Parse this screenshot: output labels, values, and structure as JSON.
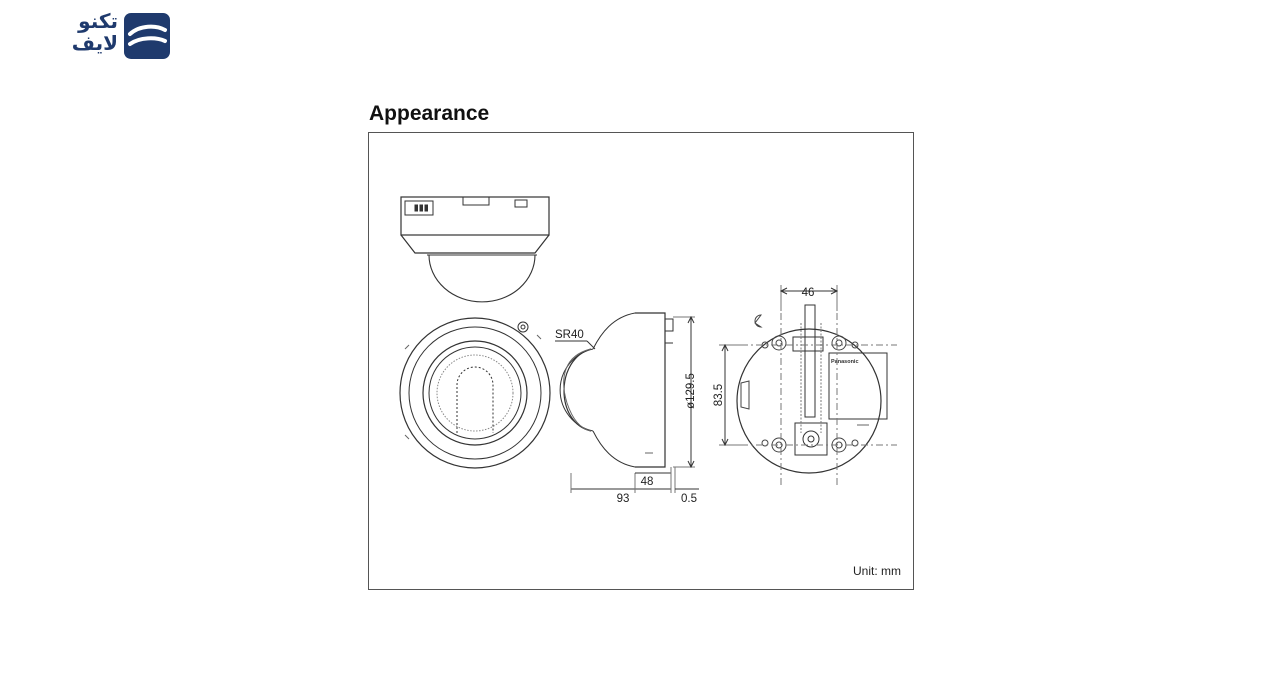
{
  "logo": {
    "line1": "تكنو",
    "line2": "لايف",
    "brand_color": "#1f3a6d"
  },
  "page": {
    "title": "Appearance"
  },
  "drawing": {
    "unit_label": "Unit: mm",
    "top_view_logo": "Panasonic",
    "dimensions": {
      "sr": "SR40",
      "diameter": "ø129.5",
      "depth_48": "48",
      "depth_93": "93",
      "offset": "0.5",
      "width_46": "46",
      "height_83_5": "83.5"
    }
  }
}
